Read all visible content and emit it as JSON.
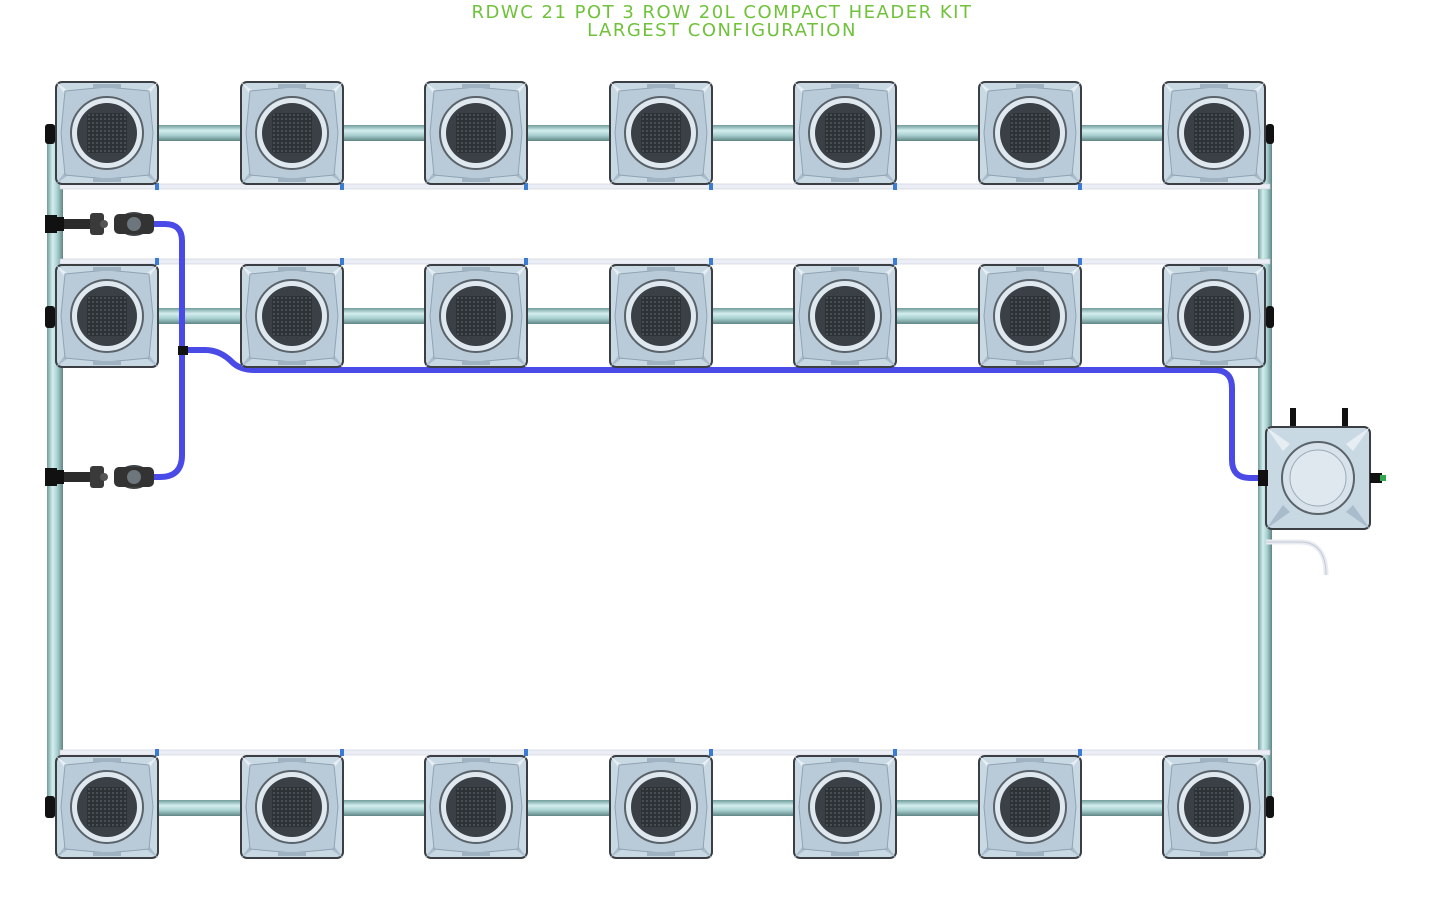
{
  "title": {
    "line1": "RDWC 21 POT 3 ROW 20L COMPACT HEADER KIT",
    "line2": "LARGEST CONFIGURATION"
  },
  "diagram": {
    "rows": 3,
    "pots_per_row": 7,
    "total_pots": 21,
    "colors": {
      "title": "#6fc23a",
      "pipe": "#9cc7c6",
      "return_hose": "#4a4ae6",
      "pot": "#c9d9e4",
      "pot_outline": "#3b3f44",
      "basket": "#3a4046"
    }
  }
}
